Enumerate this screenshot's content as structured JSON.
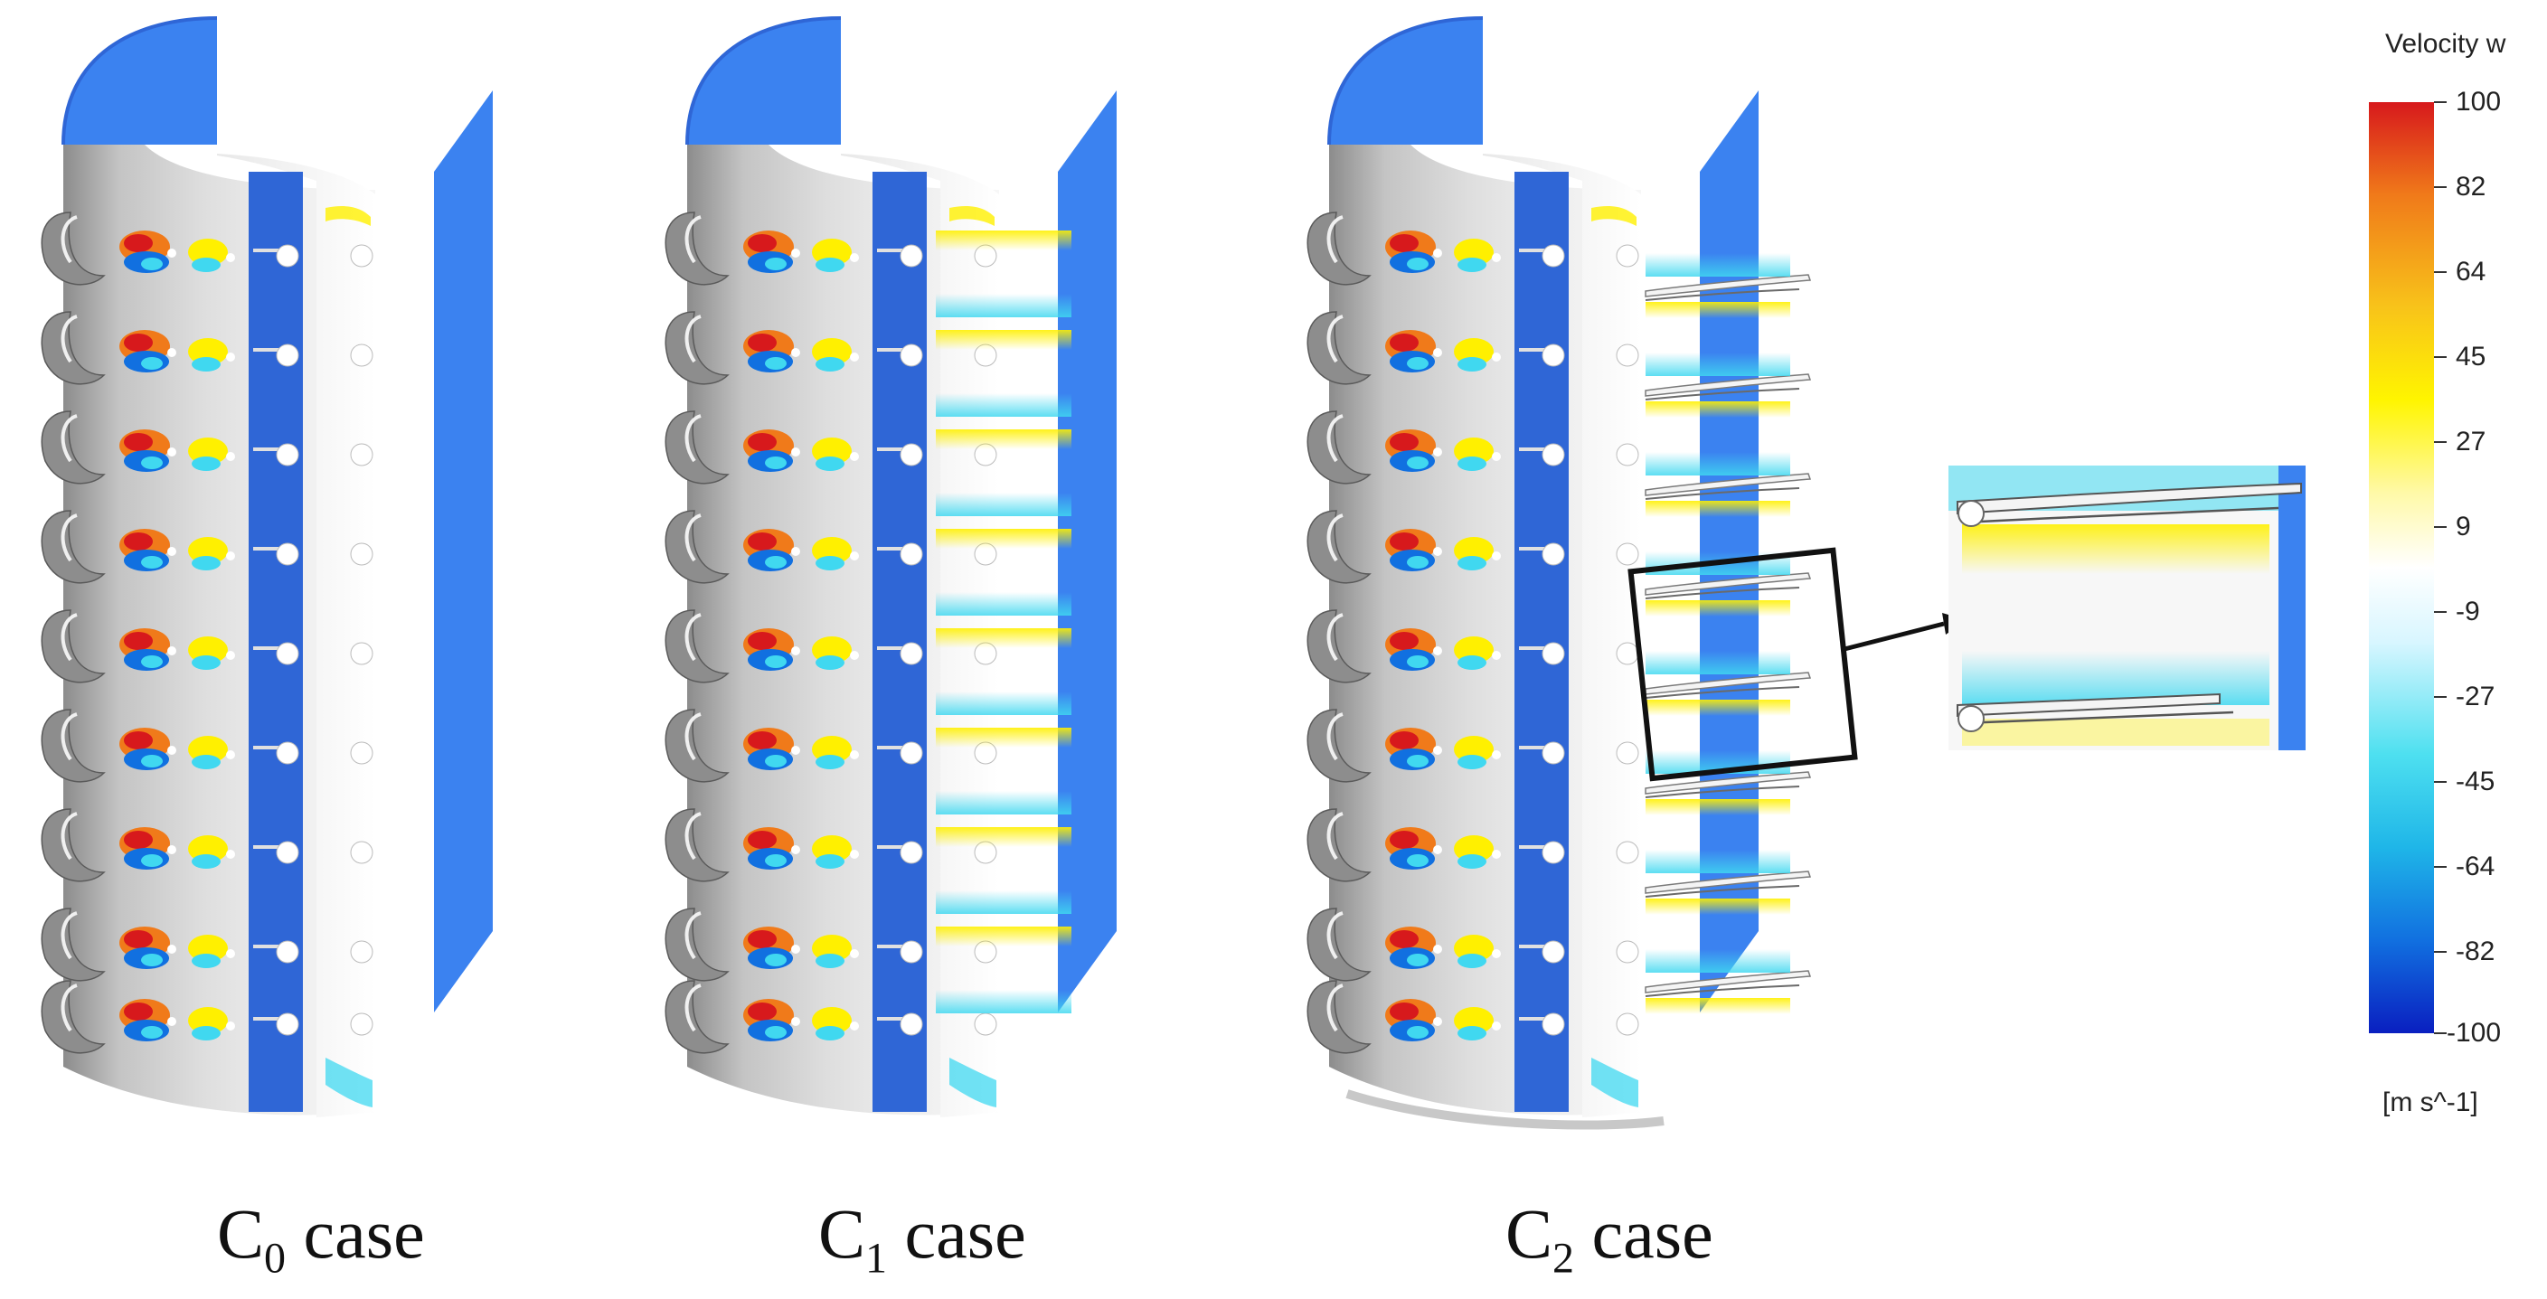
{
  "colorbar": {
    "title": "Velocity w",
    "unit": "[m s^-1]",
    "ticks": [
      "100",
      "82",
      "64",
      "45",
      "27",
      "9",
      "-9",
      "-27",
      "-45",
      "-64",
      "-82",
      "-100"
    ],
    "min": -100,
    "max": 100,
    "colors": [
      "#d7191c",
      "#f07a1a",
      "#f8c31a",
      "#fff500",
      "#fff9a8",
      "#ffffff",
      "#d8f6ff",
      "#4ee0f0",
      "#1fb6e8",
      "#1170e0",
      "#0a35c8"
    ]
  },
  "cases": [
    {
      "base": "C",
      "sub": "0",
      "suffix": " case"
    },
    {
      "base": "C",
      "sub": "1",
      "suffix": " case"
    },
    {
      "base": "C",
      "sub": "2",
      "suffix": " case"
    }
  ],
  "colors": {
    "blue_plane": "#3b82f0",
    "dark_strip": "#2f66d6",
    "surface_gray": "#c9c9c9"
  }
}
